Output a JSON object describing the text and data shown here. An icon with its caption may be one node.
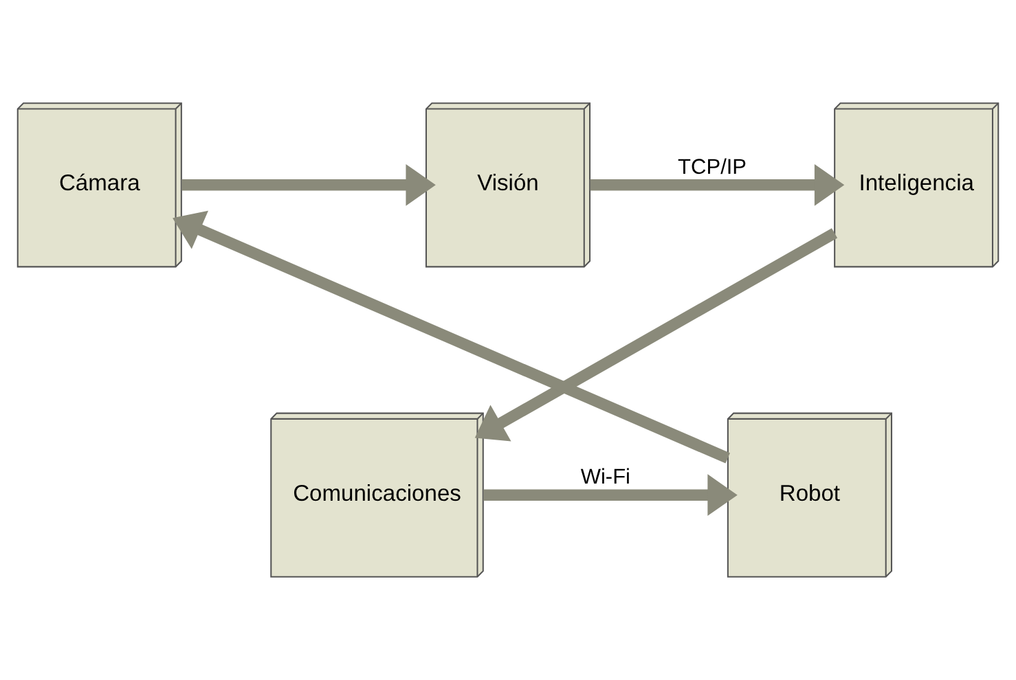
{
  "diagram": {
    "nodes": [
      {
        "text": [
          "Cámara"
        ]
      },
      {
        "text": [
          "Visión"
        ]
      },
      {
        "text": [
          "Inteligencia"
        ]
      },
      {
        "text": [
          "Comunicaciones"
        ]
      },
      {
        "text": [
          "Robot"
        ]
      }
    ],
    "edges": [
      {
        "from": 0,
        "to": 1,
        "arrow": "to"
      },
      {
        "from": 1,
        "to": 2,
        "arrow": "to",
        "label": "TCP/IP"
      },
      {
        "from": 2,
        "to": 3,
        "arrow": "to"
      },
      {
        "from": 3,
        "to": 4,
        "arrow": "to",
        "label": "Wi-Fi"
      },
      {
        "from": 4,
        "to": 0,
        "arrow": "to"
      }
    ]
  }
}
